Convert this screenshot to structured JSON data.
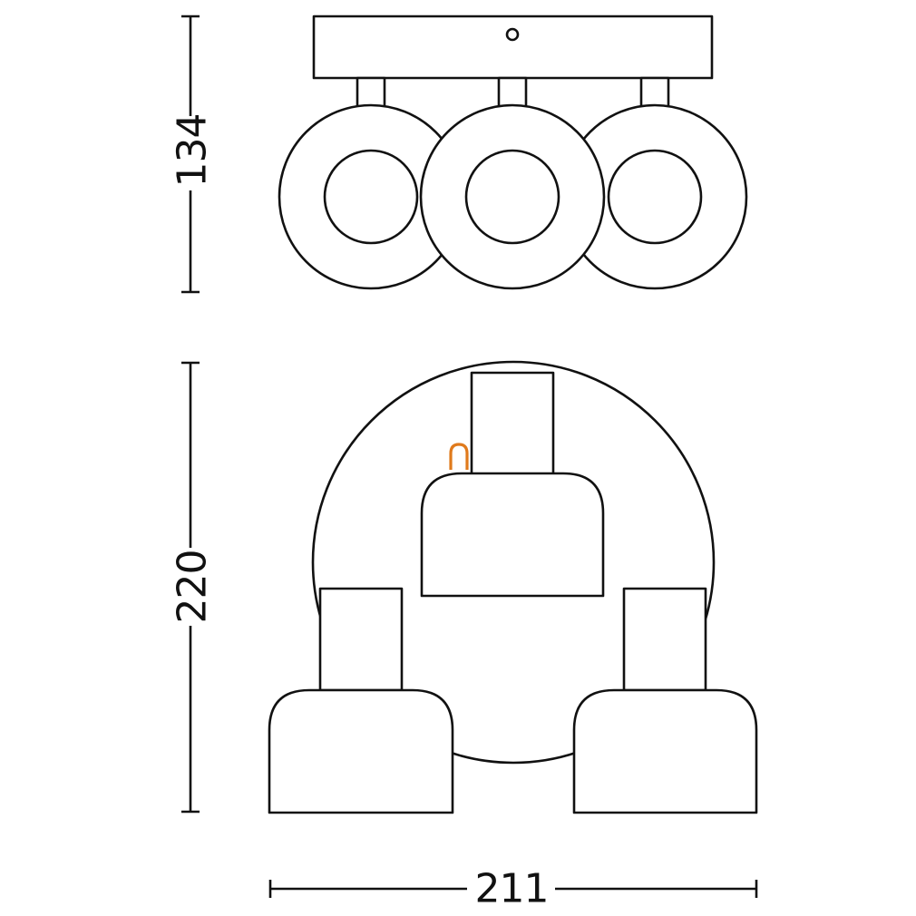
{
  "dimensions": {
    "height_side_view": "134",
    "height_top_view": "220",
    "width": "211"
  },
  "colors": {
    "line": "#111111",
    "accent_mark": "#e07a1c",
    "background": "#ffffff"
  },
  "icons": {
    "accent_mark": "arch-mark-icon"
  }
}
